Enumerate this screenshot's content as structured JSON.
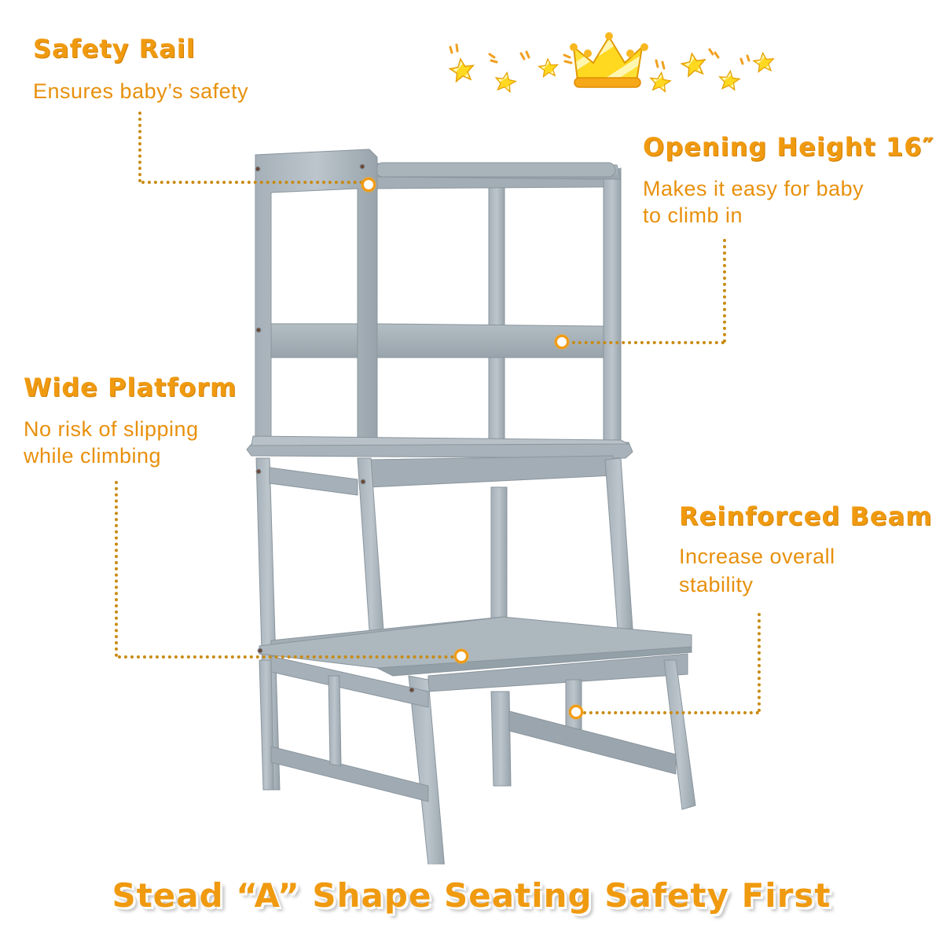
{
  "callouts": {
    "safety_rail": {
      "title": "Safety Rail",
      "desc": [
        "Ensures baby’s safety"
      ]
    },
    "opening_height": {
      "title": "Opening Height 16″",
      "desc": [
        "Makes it easy for baby",
        "to climb in"
      ]
    },
    "wide_platform": {
      "title": "Wide Platform",
      "desc": [
        "No risk of slipping",
        "while climbing"
      ]
    },
    "reinforced_beam": {
      "title": "Reinforced Beam",
      "desc": [
        "Increase overall",
        "stability"
      ]
    }
  },
  "banner": {
    "text": "Stead “A” Shape Seating Safety First"
  },
  "decor": {
    "icons": [
      "star-icon",
      "crown-icon"
    ]
  },
  "colors": {
    "accent": "#f09a10",
    "dots": "#c98a10",
    "stool": "#9ea9b1",
    "stool_light": "#b8c2c9",
    "stool_dark": "#7f8a92"
  }
}
